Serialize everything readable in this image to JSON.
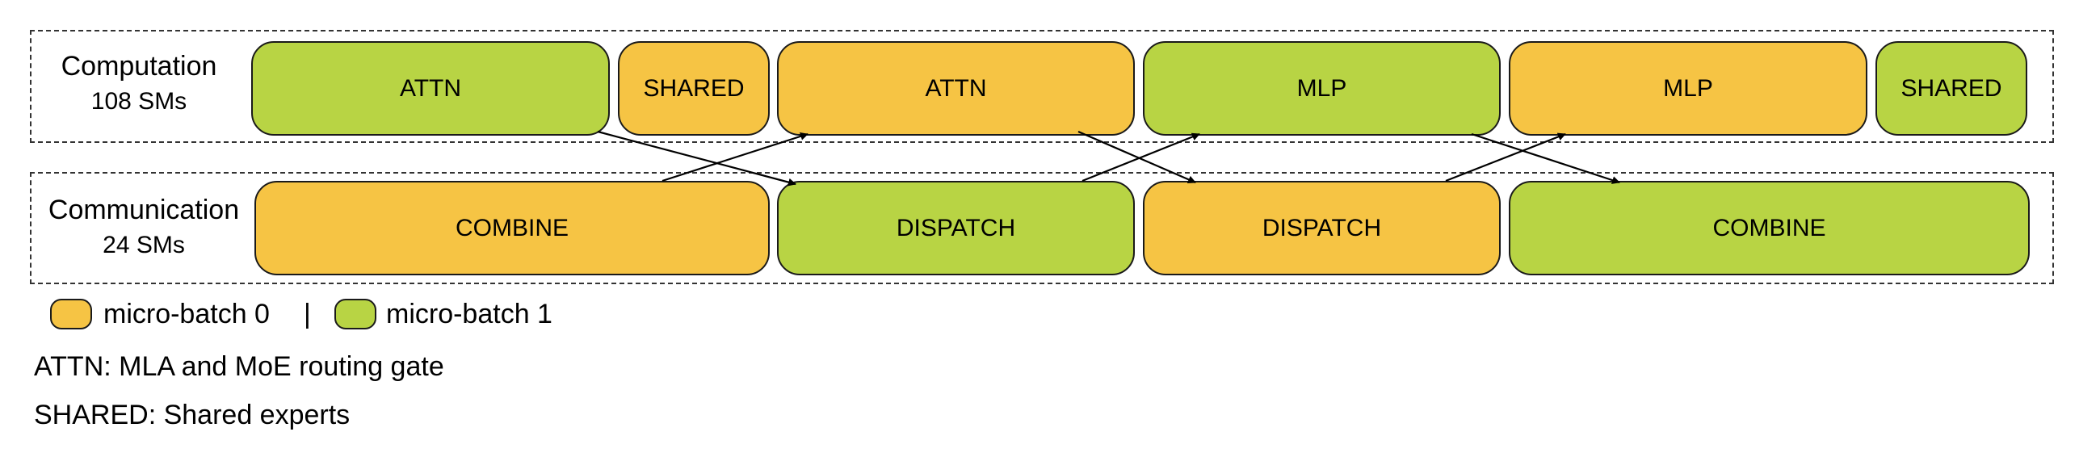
{
  "lanes": {
    "computation": {
      "title": "Computation",
      "sub": "108 SMs"
    },
    "communication": {
      "title": "Communication",
      "sub": "24 SMs"
    }
  },
  "colors": {
    "micro_batch_0": "#f6c444",
    "micro_batch_1": "#b8d444"
  },
  "computation_blocks": [
    {
      "label": "ATTN",
      "batch": 1
    },
    {
      "label": "SHARED",
      "batch": 0
    },
    {
      "label": "ATTN",
      "batch": 0
    },
    {
      "label": "MLP",
      "batch": 1
    },
    {
      "label": "MLP",
      "batch": 0
    },
    {
      "label": "SHARED",
      "batch": 1
    }
  ],
  "communication_blocks": [
    {
      "label": "COMBINE",
      "batch": 0
    },
    {
      "label": "DISPATCH",
      "batch": 1
    },
    {
      "label": "DISPATCH",
      "batch": 0
    },
    {
      "label": "COMBINE",
      "batch": 1
    }
  ],
  "legend": {
    "batch0": "micro-batch 0",
    "separator": "|",
    "batch1": "micro-batch 1"
  },
  "notes": {
    "attn": "ATTN: MLA and MoE routing gate",
    "shared": "SHARED: Shared experts"
  }
}
